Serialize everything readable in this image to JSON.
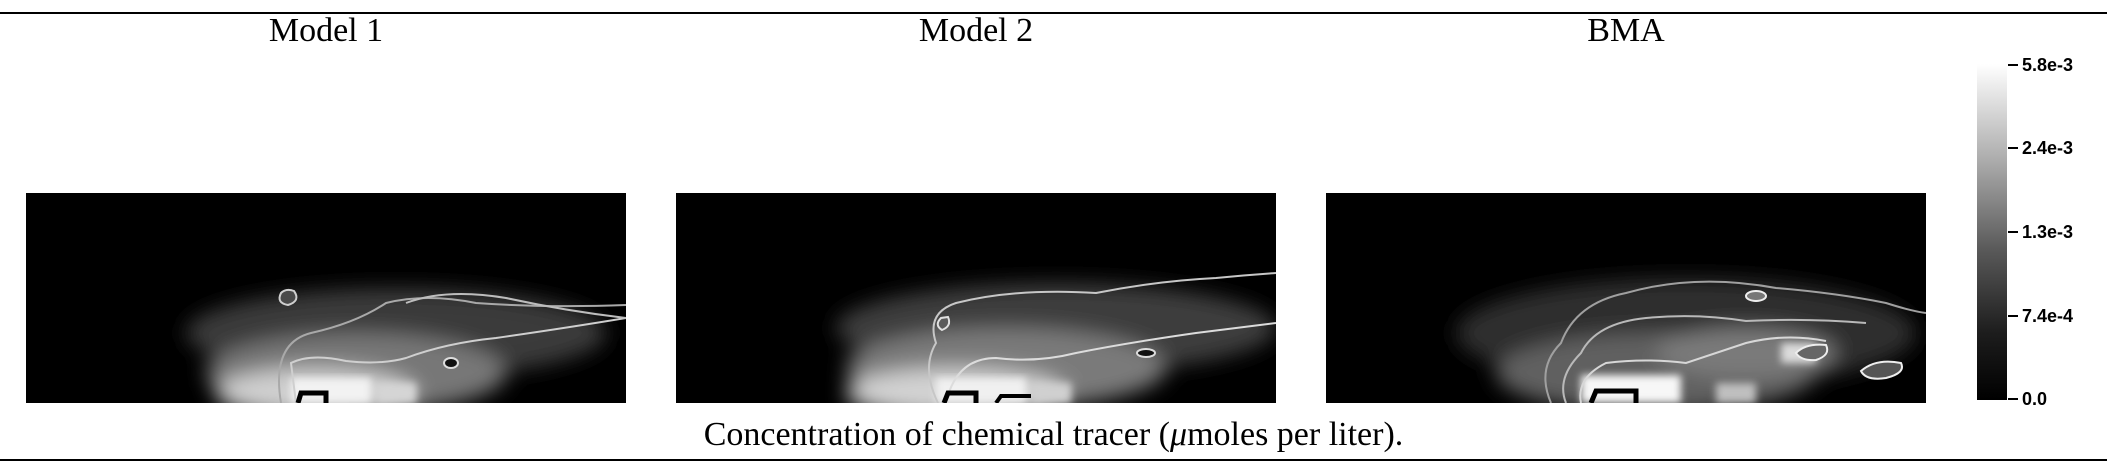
{
  "panels": [
    {
      "title": "Model 1"
    },
    {
      "title": "Model 2"
    },
    {
      "title": "BMA"
    }
  ],
  "colorbar": {
    "ticks": [
      "5.8e-3",
      "2.4e-3",
      "1.3e-3",
      "7.4e-4",
      "0.0"
    ],
    "colors": {
      "high": "#ffffff",
      "low": "#000000"
    }
  },
  "caption": {
    "before": "Concentration of chemical tracer (",
    "mu": "μ",
    "after": "moles per liter)."
  }
}
